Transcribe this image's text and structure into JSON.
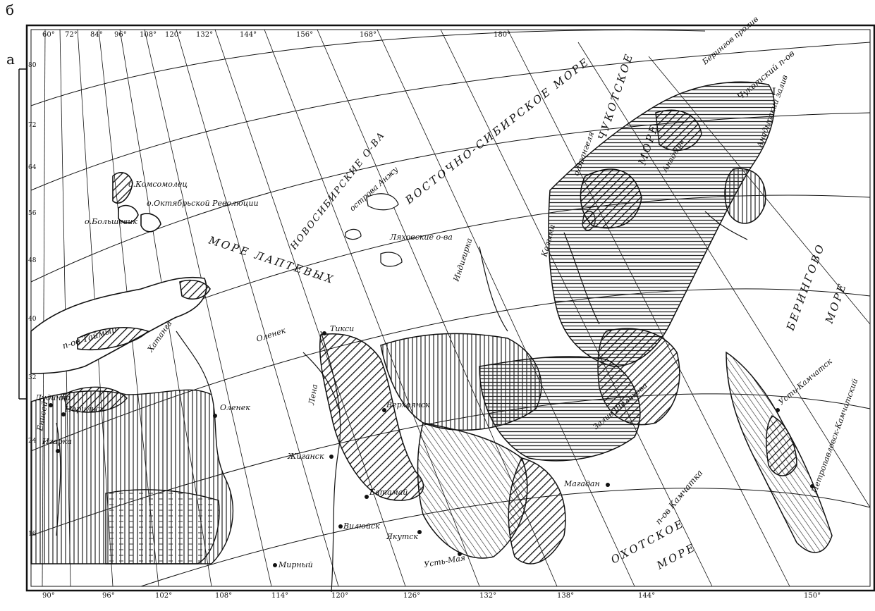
{
  "figure_labels": {
    "panel_b": "б",
    "panel_a": "а"
  },
  "longitude_ticks_top": [
    "60°",
    "72°",
    "84°",
    "96°",
    "108°",
    "120°",
    "132°",
    "144°",
    "156°",
    "168°",
    "180°"
  ],
  "longitude_ticks_bottom": [
    "90°",
    "96°",
    "102°",
    "108°",
    "114°",
    "120°",
    "126°",
    "132°",
    "138°",
    "144°",
    "150°"
  ],
  "latitude_ticks_left": [
    "80",
    "72",
    "64",
    "56",
    "48",
    "40",
    "32",
    "24",
    "16"
  ],
  "seas": {
    "laptev": "МОРЕ ЛАПТЕВЫХ",
    "east_siberian": "ВОСТОЧНО-СИБИРСКОЕ МОРЕ",
    "chukchi_top": "ЧУКОТСКОЕ",
    "chukchi_bottom": "МОРЕ",
    "bering_top": "БЕРИНГОВО",
    "bering_bottom": "МОРЕ",
    "okhotsk_top": "ОХОТСКОЕ",
    "okhotsk_bottom": "МОРЕ"
  },
  "islands": {
    "komsomolets": "о.Комсомолец",
    "october_rev": "о.Октябрьской Революции",
    "bolshevik": "о.Большевик",
    "novosibirsk": "НОВОСИБИРСКИЕ О-ВА",
    "anzhu": "острова Анжу",
    "lyakhov": "Ляховские о-ва",
    "wrangel": "о.Врангеля"
  },
  "peninsulas": {
    "taymyr": "п-ов Таймыр",
    "kamchatka": "п-ов Камчатка",
    "chukotka": "Чукотский п-ов"
  },
  "gulfs": {
    "anadyr_gulf": "Анадырский залив",
    "shelikhov": "Залив Шелихова",
    "bering_strait": "Берингов пролив"
  },
  "rivers": {
    "khatanga": "Хатанга",
    "olenek": "Оленек",
    "lena": "Лена",
    "indigirka": "Индигирка",
    "kolyma": "Колыма",
    "anadyr": "Анадырь",
    "yenisey": "Енисей"
  },
  "cities": [
    {
      "name": "Дудинка"
    },
    {
      "name": "Норильск"
    },
    {
      "name": "Игарка"
    },
    {
      "name": "Оленек"
    },
    {
      "name": "Жиганск"
    },
    {
      "name": "Верхоянск"
    },
    {
      "name": "Тикси"
    },
    {
      "name": "Батамай"
    },
    {
      "name": "Вилюйск"
    },
    {
      "name": "Якутск"
    },
    {
      "name": "Мирный"
    },
    {
      "name": "Усть-Мая"
    },
    {
      "name": "Магадан"
    },
    {
      "name": "Усть-Камчатск"
    },
    {
      "name": "Петропавловск-Камчатский"
    }
  ],
  "roman_marker": "I"
}
